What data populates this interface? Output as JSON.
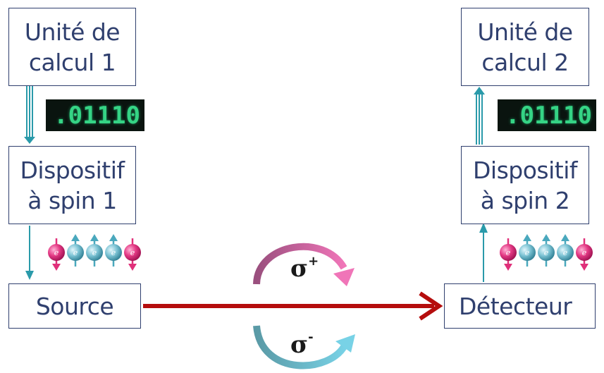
{
  "boxes": {
    "unit1": [
      "Unité de",
      "calcul 1"
    ],
    "unit2": [
      "Unité de",
      "calcul 2"
    ],
    "spin1": [
      "Dispositif",
      "à spin 1"
    ],
    "spin2": [
      "Dispositif",
      "à spin 2"
    ],
    "source": "Source",
    "detector": "Détecteur"
  },
  "binary_left": ".01110",
  "binary_right": ".01110",
  "polarization": {
    "plus_symbol": "σ",
    "plus_sign": "+",
    "minus_symbol": "σ",
    "minus_sign": "-"
  },
  "electron_label": "e",
  "spins_left": [
    "down",
    "up",
    "up",
    "up",
    "down"
  ],
  "spins_right": [
    "down",
    "up",
    "up",
    "up",
    "down"
  ],
  "colors": {
    "box_border": "#2f3f6e",
    "text": "#2f3f6e",
    "arrow_teal": "#2a9aaa",
    "beam_red": "#b50d0d",
    "spin_down": "#e0307a",
    "spin_up": "#4aa8bd",
    "sigma_plus": "#c05a9a",
    "sigma_minus": "#5fb7c8"
  }
}
